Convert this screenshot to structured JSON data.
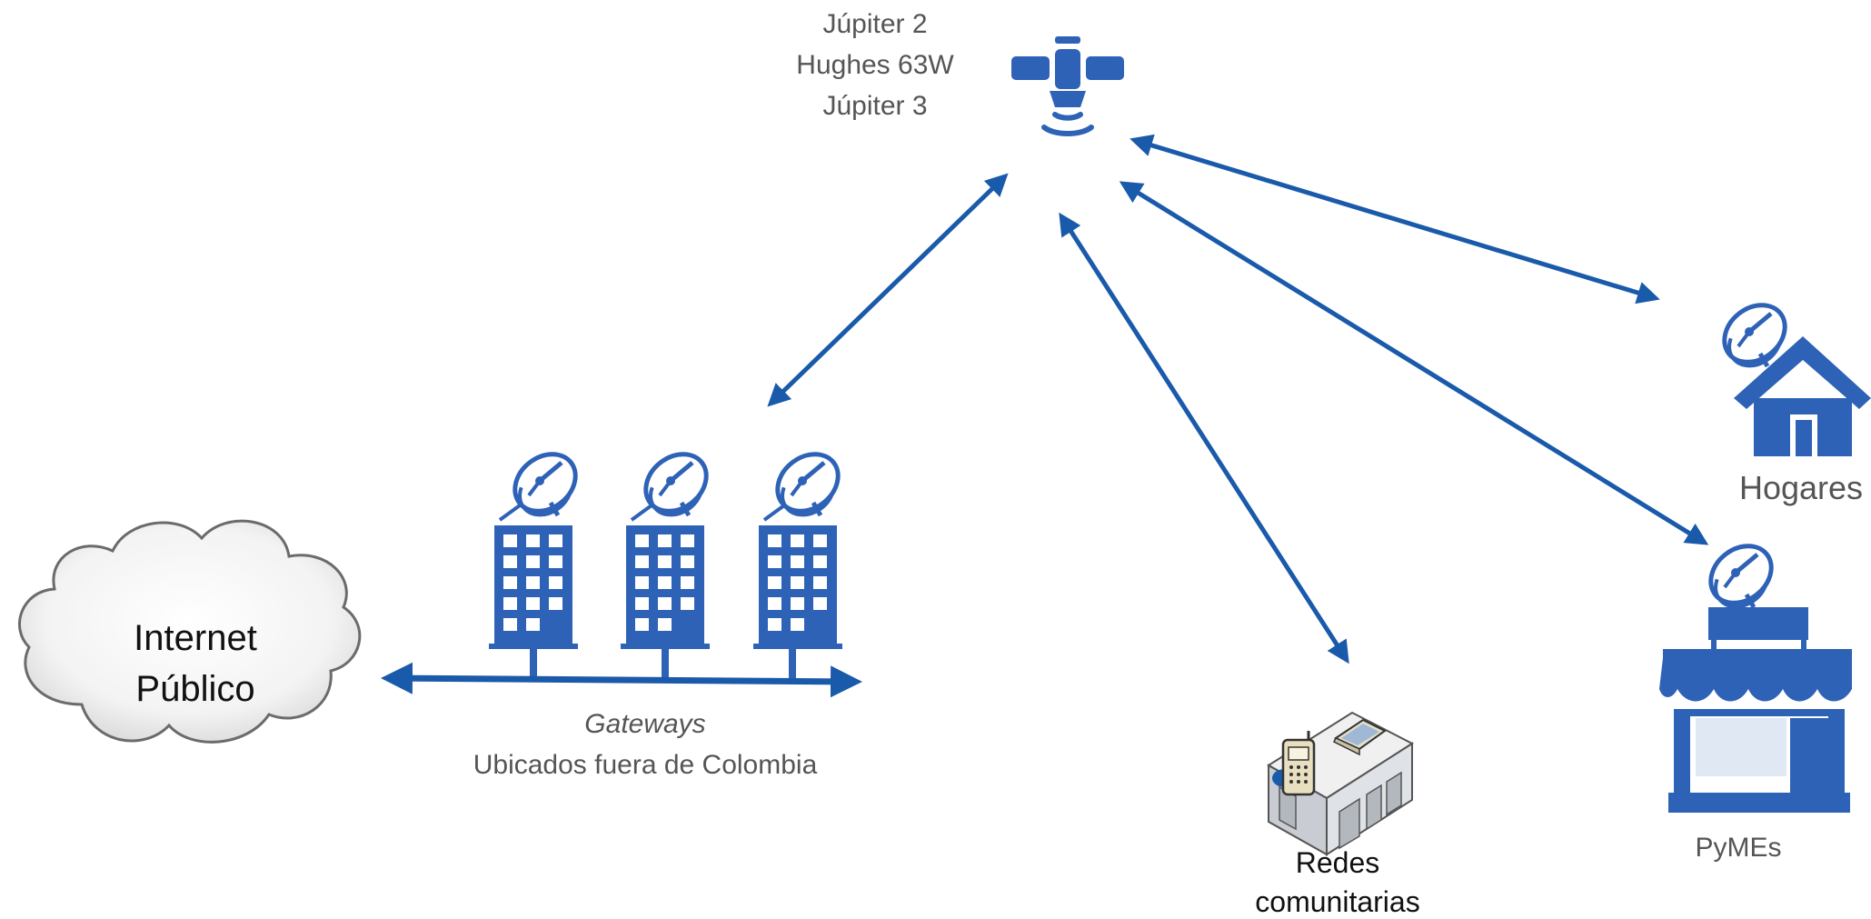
{
  "satellite": {
    "names": [
      "Júpiter 2",
      "Hughes 63W",
      "Júpiter 3"
    ]
  },
  "cloud": {
    "line1": "Internet",
    "line2": "Público"
  },
  "gateways": {
    "title": "Gateways",
    "subtitle": "Ubicados fuera de Colombia"
  },
  "nodes": {
    "hogares": "Hogares",
    "pymes": "PyMEs",
    "redes_line1": "Redes",
    "redes_line2": "comunitarias"
  },
  "colors": {
    "primary": "#1a5aaa",
    "icon_fill": "#2e62b6",
    "text_gray": "#555555",
    "cloud_edge": "#6b6b6b"
  },
  "icons": {
    "satellite": "satellite-icon",
    "dish": "satellite-dish-icon",
    "building": "office-building-icon",
    "house": "house-icon",
    "shop": "storefront-icon",
    "community": "community-center-icon",
    "cloud": "cloud-icon"
  }
}
